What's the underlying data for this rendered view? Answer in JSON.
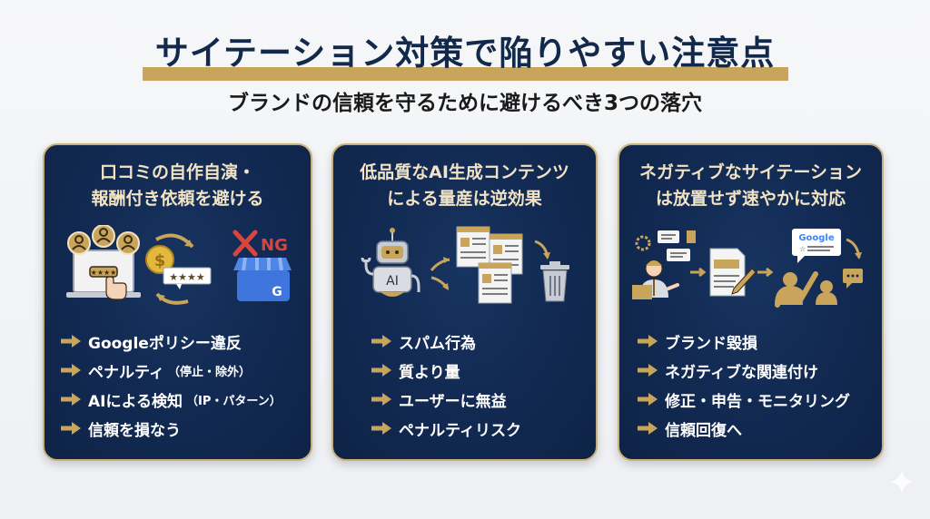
{
  "header": {
    "title": "サイテーション対策で陥りやすい注意点",
    "subtitle": "ブランドの信頼を守るために避けるべき3つの落穴"
  },
  "colors": {
    "navy": "#13294b",
    "card_bg": "#112850",
    "gold": "#c9a55c",
    "card_title": "#f1e3c3",
    "ng_red": "#d9453d",
    "google_blue": "#4285f4"
  },
  "cards": [
    {
      "title_line1": "口コミの自作自演・",
      "title_line2": "報酬付き依頼を避ける",
      "icons": [
        "users-laptop-review-icon",
        "coin-exchange-icon",
        "star-rating-bubble-icon",
        "ng-cross-icon",
        "google-business-store-icon"
      ],
      "ng_label": "NG",
      "store_letter": "G",
      "bullets": [
        {
          "text": "Googleポリシー違反",
          "note": ""
        },
        {
          "text": "ペナルティ",
          "note": "（停止・除外）"
        },
        {
          "text": "AIによる検知",
          "note": "（IP・パターン）"
        },
        {
          "text": "信頼を損なう",
          "note": ""
        }
      ]
    },
    {
      "title_line1": "低品質なAI生成コンテンツ",
      "title_line2": "による量産は逆効果",
      "icons": [
        "robot-icon",
        "documents-icon",
        "trash-can-icon"
      ],
      "robot_label": "AI",
      "bullets": [
        {
          "text": "スパム行為",
          "note": ""
        },
        {
          "text": "質より量",
          "note": ""
        },
        {
          "text": "ユーザーに無益",
          "note": ""
        },
        {
          "text": "ペナルティリスク",
          "note": ""
        }
      ]
    },
    {
      "title_line1": "ネガティブなサイテーション",
      "title_line2": "は放置せず速やかに対応",
      "icons": [
        "person-chat-icon",
        "document-edit-icon",
        "google-review-icon",
        "people-response-icon"
      ],
      "google_label": "Google",
      "bullets": [
        {
          "text": "ブランド毀損",
          "note": ""
        },
        {
          "text": "ネガティブな関連付け",
          "note": ""
        },
        {
          "text": "修正・申告・モニタリング",
          "note": ""
        },
        {
          "text": "信頼回復へ",
          "note": ""
        }
      ]
    }
  ]
}
